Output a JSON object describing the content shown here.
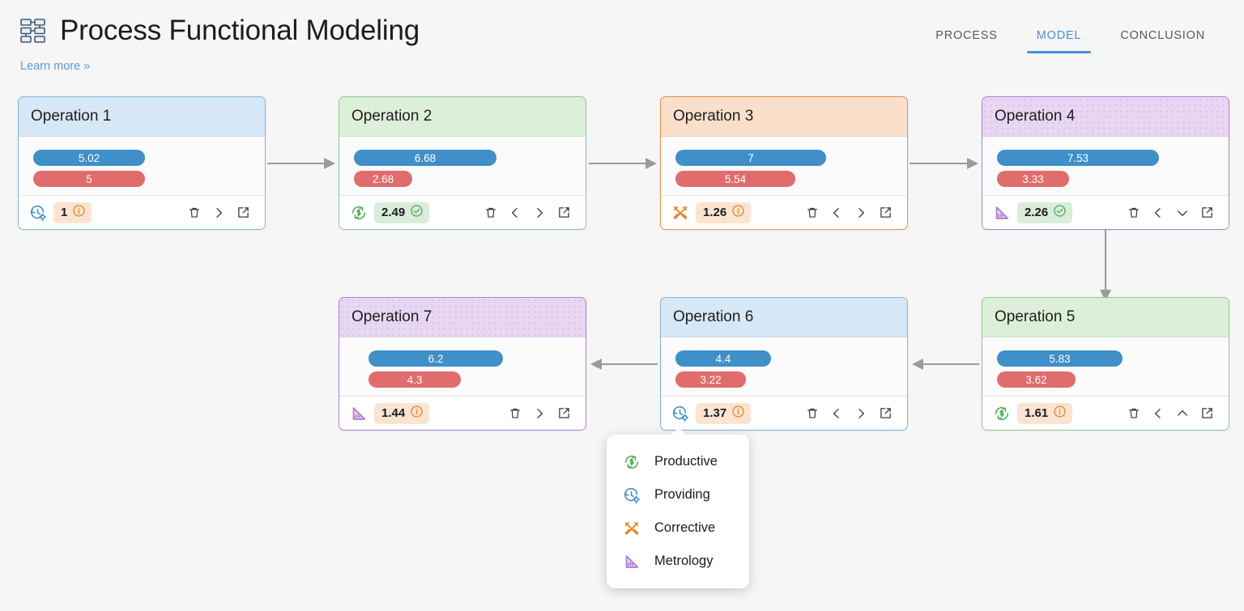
{
  "header": {
    "logo_icon": "hierarchy-diagram-icon",
    "title": "Process Functional Modeling",
    "learn_more": "Learn more »",
    "tabs": [
      {
        "label": "PROCESS",
        "active": false
      },
      {
        "label": "MODEL",
        "active": true
      },
      {
        "label": "CONCLUSION",
        "active": false
      }
    ],
    "accent_color": "#4a90d9"
  },
  "colors": {
    "bar_blue": "#3f8fc9",
    "bar_red": "#e06c6c",
    "chip_warn_bg": "#fbe4d2",
    "chip_ok_bg": "#d9edda",
    "warn_icon": "#e8851c",
    "ok_icon": "#4caf50",
    "productive": "#4caf50",
    "providing": "#3f8fc9",
    "corrective": "#ee8026",
    "metrology": "#b07fd0"
  },
  "operations": [
    {
      "title": "Operation 1",
      "color": "blue",
      "dotted_header": false,
      "blue_value": "5.02",
      "blue_width": 138,
      "red_value": "5",
      "red_width": 138,
      "kind_icon": "providing-icon",
      "chip_value": "1",
      "chip_state": "warn",
      "chip_status_icon": "info-icon",
      "buttons": [
        "delete-icon",
        "chevron-right-icon",
        "open-external-icon"
      ]
    },
    {
      "title": "Operation 2",
      "color": "green",
      "dotted_header": false,
      "blue_value": "6.68",
      "blue_width": 176,
      "red_value": "2.68",
      "red_width": 72,
      "kind_icon": "productive-icon",
      "chip_value": "2.49",
      "chip_state": "ok",
      "chip_status_icon": "check-circle-icon",
      "buttons": [
        "delete-icon",
        "chevron-left-icon",
        "chevron-right-icon",
        "open-external-icon"
      ]
    },
    {
      "title": "Operation 3",
      "color": "orange",
      "dotted_header": false,
      "blue_value": "7",
      "blue_width": 186,
      "red_value": "5.54",
      "red_width": 148,
      "kind_icon": "corrective-icon",
      "chip_value": "1.26",
      "chip_state": "warn",
      "chip_status_icon": "info-icon",
      "buttons": [
        "delete-icon",
        "chevron-left-icon",
        "chevron-right-icon",
        "open-external-icon"
      ]
    },
    {
      "title": "Operation 4",
      "color": "purple",
      "dotted_header": true,
      "blue_value": "7.53",
      "blue_width": 200,
      "red_value": "3.33",
      "red_width": 89,
      "kind_icon": "metrology-icon",
      "chip_value": "2.26",
      "chip_state": "ok",
      "chip_status_icon": "check-circle-icon",
      "buttons": [
        "delete-icon",
        "chevron-left-icon",
        "chevron-down-icon",
        "open-external-icon"
      ]
    },
    {
      "title": "Operation 5",
      "color": "green",
      "dotted_header": false,
      "blue_value": "5.83",
      "blue_width": 155,
      "red_value": "3.62",
      "red_width": 97,
      "kind_icon": "productive-icon",
      "chip_value": "1.61",
      "chip_state": "warn",
      "chip_status_icon": "info-icon",
      "buttons": [
        "delete-icon",
        "chevron-left-icon",
        "chevron-up-icon",
        "open-external-icon"
      ]
    },
    {
      "title": "Operation 6",
      "color": "blue",
      "dotted_header": false,
      "blue_value": "4.4",
      "blue_width": 118,
      "red_value": "3.22",
      "red_width": 87,
      "kind_icon": "providing-icon",
      "chip_value": "1.37",
      "chip_state": "warn",
      "chip_status_icon": "info-icon",
      "buttons": [
        "delete-icon",
        "chevron-left-icon",
        "chevron-right-icon",
        "open-external-icon"
      ]
    },
    {
      "title": "Operation 7",
      "color": "purple",
      "dotted_header": true,
      "blue_value": "6.2",
      "blue_width": 166,
      "red_value": "4.3",
      "red_width": 114,
      "kind_icon": "metrology-icon",
      "chip_value": "1.44",
      "chip_state": "warn",
      "chip_status_icon": "info-icon",
      "buttons": [
        "delete-icon",
        "chevron-right-icon",
        "open-external-icon"
      ]
    }
  ],
  "menu": {
    "items": [
      {
        "label": "Productive",
        "icon": "productive-icon"
      },
      {
        "label": "Providing",
        "icon": "providing-icon"
      },
      {
        "label": "Corrective",
        "icon": "corrective-icon"
      },
      {
        "label": "Metrology",
        "icon": "metrology-icon"
      }
    ]
  }
}
